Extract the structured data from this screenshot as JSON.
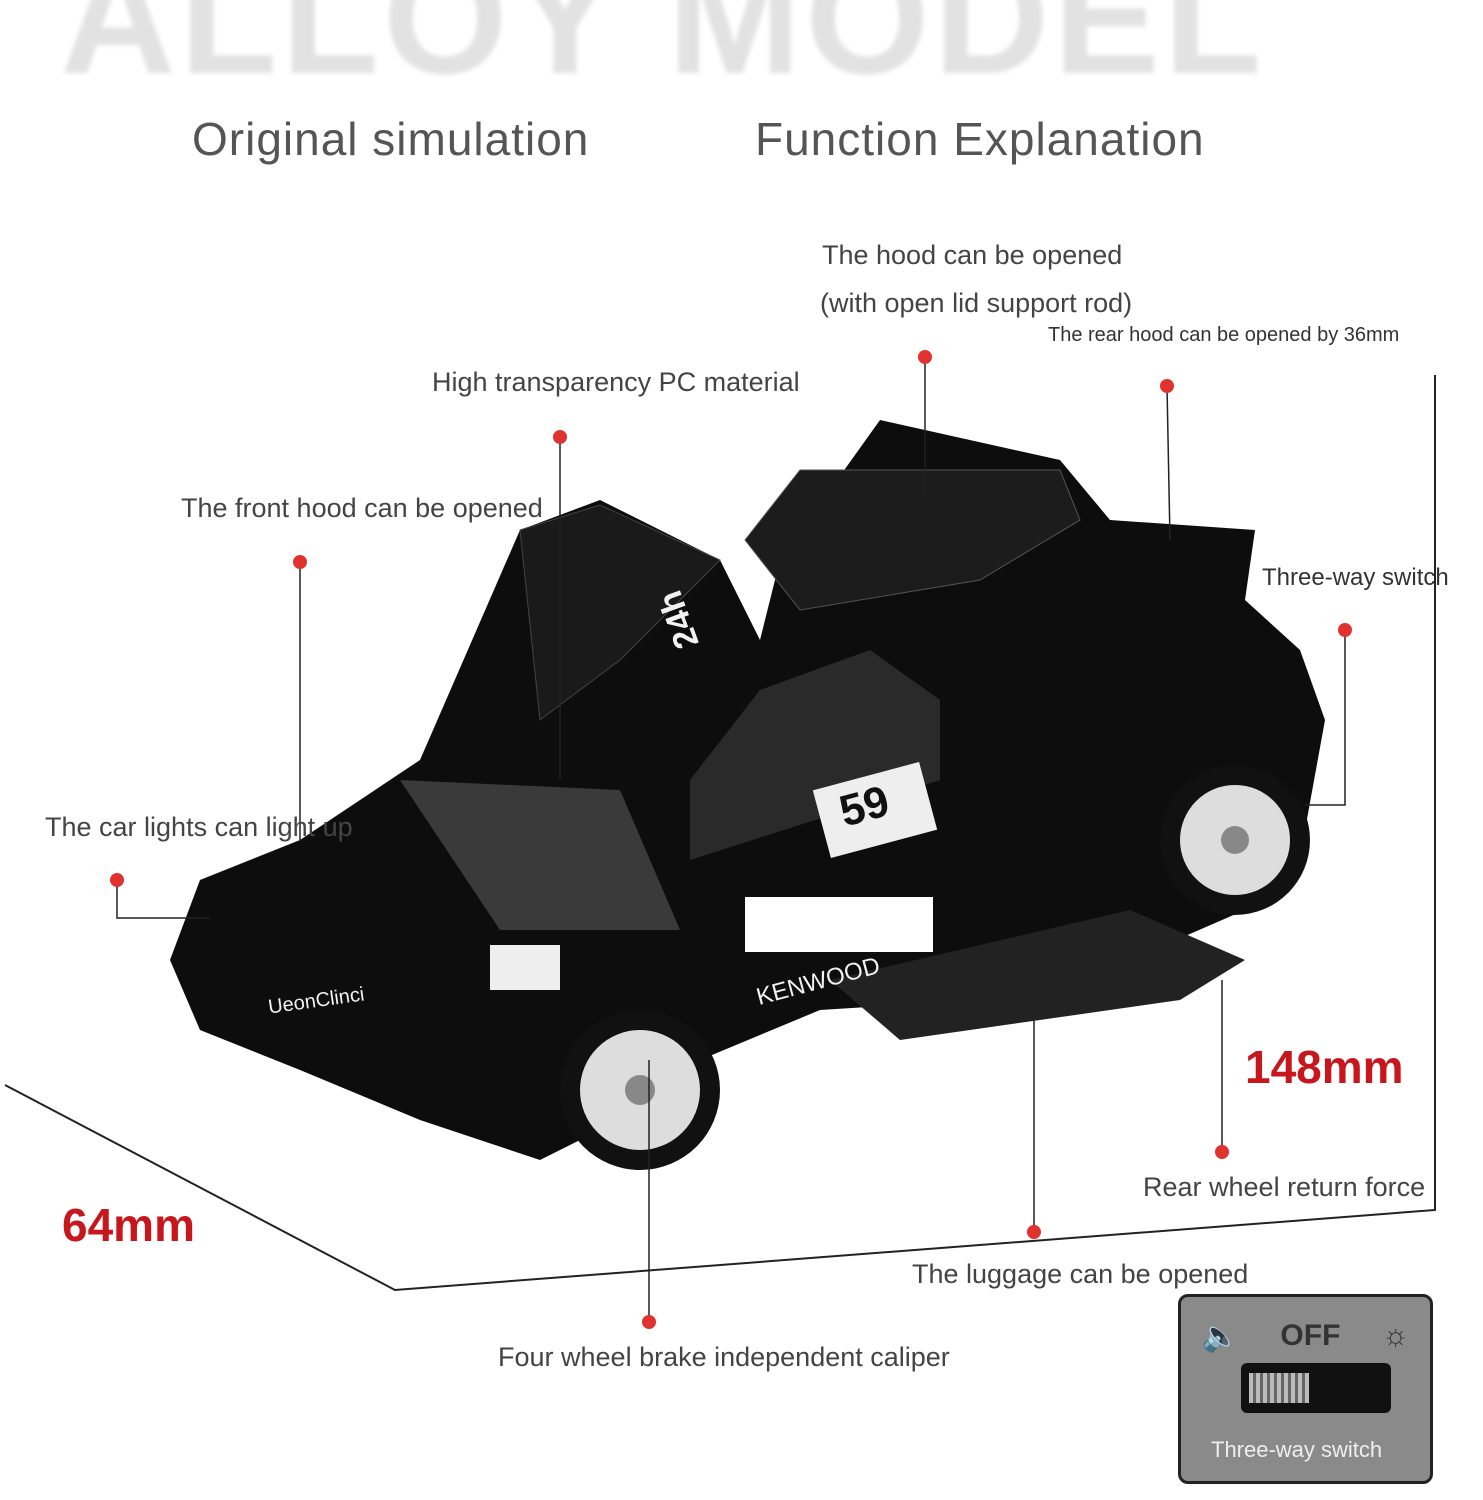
{
  "watermark": "ALLOY MODEL",
  "headers": {
    "left": "Original simulation",
    "right": "Function Explanation"
  },
  "callouts": {
    "hood": "The hood can be opened",
    "hood_sub": "(with open lid support rod)",
    "rear_hood": "The rear hood can be opened by 36mm",
    "pc": "High transparency PC material",
    "front_hood": "The front hood can be opened",
    "switch": "Three-way switch",
    "lights": "The car lights can light up",
    "rear_wheel": "Rear wheel return force",
    "luggage": "The luggage can be opened",
    "brake": "Four wheel brake independent caliper"
  },
  "dimensions": {
    "length": "148mm",
    "width": "64mm"
  },
  "car_decals": {
    "number": "59",
    "brand": "KENWOOD",
    "sponsor": "UeonClinci",
    "door": "24h"
  },
  "switch_inset": {
    "off": "OFF",
    "caption": "Three-way switch",
    "left_icon": "speaker-icon",
    "right_icon": "light-icon"
  },
  "colors": {
    "accent": "#c8161d",
    "car": "#0d0d0d"
  }
}
